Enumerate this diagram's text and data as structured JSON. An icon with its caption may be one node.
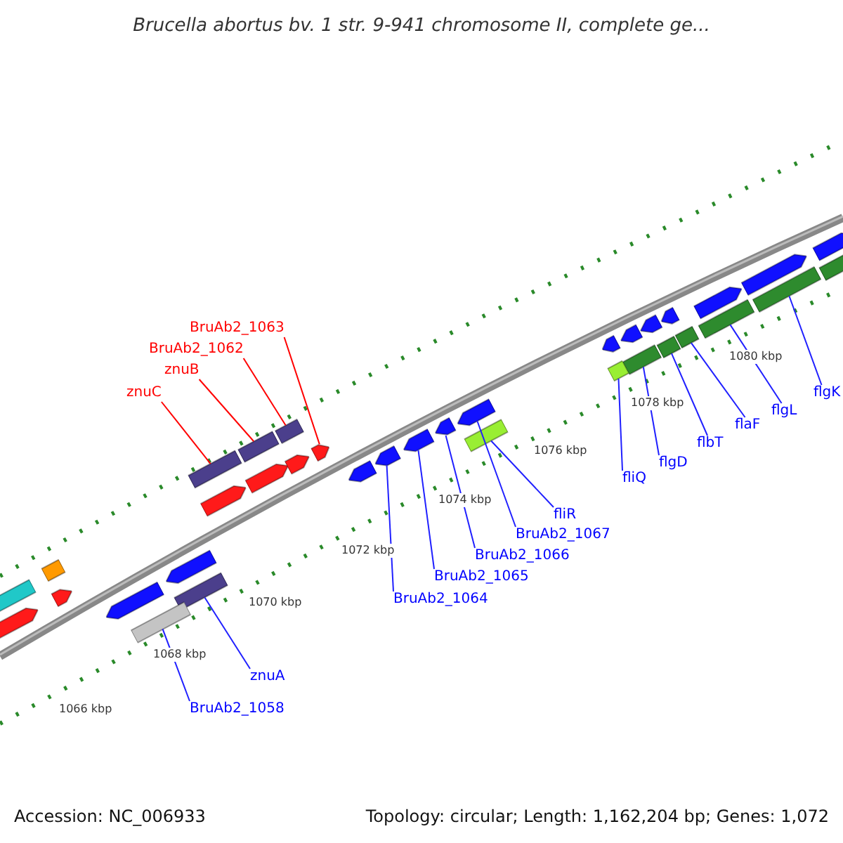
{
  "diagram": {
    "title": "Brucella abortus bv. 1 str. 9-941 chromosome II, complete ge...",
    "nodes": [
      {
        "text": [
          "BruAb2_1063"
        ]
      },
      {
        "text": [
          "BruAb2_1062"
        ]
      },
      {
        "text": [
          "znuB"
        ]
      },
      {
        "text": [
          "znuC"
        ]
      },
      {
        "text": [
          "flgK"
        ]
      },
      {
        "text": [
          "flgL"
        ]
      },
      {
        "text": [
          "flaF"
        ]
      },
      {
        "text": [
          "flbT"
        ]
      },
      {
        "text": [
          "flgD"
        ]
      },
      {
        "text": [
          "fliQ"
        ]
      },
      {
        "text": [
          "fliR"
        ]
      },
      {
        "text": [
          "BruAb2_1067"
        ]
      },
      {
        "text": [
          "BruAb2_1066"
        ]
      },
      {
        "text": [
          "BruAb2_1065"
        ]
      },
      {
        "text": [
          "BruAb2_1064"
        ]
      },
      {
        "text": [
          "znuA"
        ]
      },
      {
        "text": [
          "BruAb2_1058"
        ]
      },
      {
        "text": [],
        "shape": "bar"
      },
      {
        "text": [],
        "shape": "bar"
      },
      {
        "text": [],
        "shape": "bar"
      },
      {
        "text": [],
        "shape": "bar"
      },
      {
        "text": [],
        "shape": "bar"
      },
      {
        "text": [],
        "shape": "bar"
      },
      {
        "text": [],
        "shape": "bar"
      },
      {
        "text": [],
        "shape": "bar"
      },
      {
        "text": [],
        "shape": "bar"
      },
      {
        "text": [],
        "shape": "bar"
      },
      {
        "text": [],
        "shape": "bar"
      },
      {
        "text": [],
        "shape": "bar"
      },
      {
        "text": [],
        "shape": "bar"
      },
      {
        "text": [],
        "shape": "bar"
      },
      {
        "text": [],
        "shape": "bar"
      },
      {
        "text": [],
        "shape": "bar"
      },
      {
        "text": [],
        "shape": "bar"
      },
      {
        "text": [],
        "shape": "bar"
      },
      {
        "text": [],
        "shape": "bar"
      },
      {
        "text": [],
        "shape": "bar"
      },
      {
        "text": [],
        "shape": "bar"
      },
      {
        "text": [],
        "shape": "bar"
      },
      {
        "text": [],
        "shape": "bar"
      },
      {
        "text": [],
        "shape": "bar"
      },
      {
        "text": [],
        "shape": "bar"
      },
      {
        "text": [],
        "shape": "bar"
      },
      {
        "text": [],
        "shape": "bar"
      },
      {
        "text": [],
        "shape": "bar"
      },
      {
        "text": [],
        "shape": "bar"
      },
      {
        "text": [],
        "shape": "bar"
      },
      {
        "text": [],
        "shape": "bar"
      },
      {
        "text": [],
        "shape": "bar"
      },
      {
        "text": [],
        "shape": "bar"
      },
      {
        "text": [],
        "shape": "bar"
      },
      {
        "text": [],
        "shape": "bar"
      }
    ],
    "edges": [
      {
        "from": 0,
        "to": 17,
        "arrow": "none",
        "color": "#ff0000"
      },
      {
        "from": 1,
        "to": 18,
        "arrow": "none",
        "color": "#ff0000"
      },
      {
        "from": 2,
        "to": 19,
        "arrow": "none",
        "color": "#ff0000"
      },
      {
        "from": 3,
        "to": 20,
        "arrow": "none",
        "color": "#ff0000"
      },
      {
        "from": 4,
        "to": 21,
        "arrow": "none"
      },
      {
        "from": 5,
        "to": 22,
        "arrow": "none"
      },
      {
        "from": 6,
        "to": 23,
        "arrow": "none"
      },
      {
        "from": 7,
        "to": 24,
        "arrow": "none"
      },
      {
        "from": 8,
        "to": 25,
        "arrow": "none"
      },
      {
        "from": 9,
        "to": 26,
        "arrow": "none"
      },
      {
        "from": 10,
        "to": 27,
        "arrow": "none"
      },
      {
        "from": 11,
        "to": 28,
        "arrow": "none"
      },
      {
        "from": 12,
        "to": 29,
        "arrow": "none"
      },
      {
        "from": 13,
        "to": 30,
        "arrow": "none"
      },
      {
        "from": 14,
        "to": 31,
        "arrow": "none"
      },
      {
        "from": 15,
        "to": 32,
        "arrow": "none"
      },
      {
        "from": 16,
        "to": 33,
        "arrow": "none"
      }
    ],
    "labels": [
      "1080 kbp",
      "1078 kbp",
      "1076 kbp",
      "1074 kbp",
      "1072 kbp",
      "1070 kbp",
      "1068 kbp",
      "1066 kbp",
      "Accession: NC_006933",
      "Topology: circular; Length: 1,162,204 bp; Genes: 1,072"
    ]
  }
}
